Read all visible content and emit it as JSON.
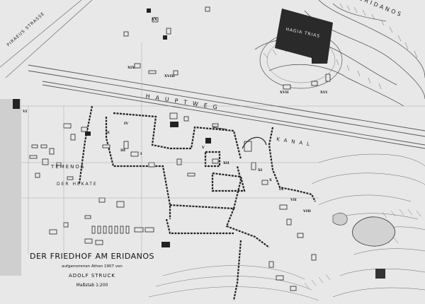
{
  "map": {
    "title": "DER FRIEDHOF AM ERIDANOS",
    "surveyed": "aufgenommen Athen 1907 von",
    "author": "ADOLF STRUCK",
    "scale": "Maßstab 1:200"
  },
  "labels": {
    "eridanos": "ERIDANOS",
    "hagia_triada": "HAGIA TRIAS",
    "piraeus_street": "PIRAEUS STRASSE",
    "hauptweg": "HAUPTWEG",
    "kanal": "KANAL",
    "temenos": "TEMENOS",
    "hekate": "DER HEKATE"
  },
  "numerals": [
    "XX",
    "XIX",
    "XVIII",
    "XVII",
    "XVI",
    "VI",
    "VII",
    "VIII",
    "IX",
    "XI",
    "XII",
    "IV",
    "V",
    "III",
    "II",
    "I",
    "X"
  ],
  "colors": {
    "ink": "#1a1a1a",
    "paper": "#e6e6e6",
    "church_fill": "#2a2a2a"
  }
}
